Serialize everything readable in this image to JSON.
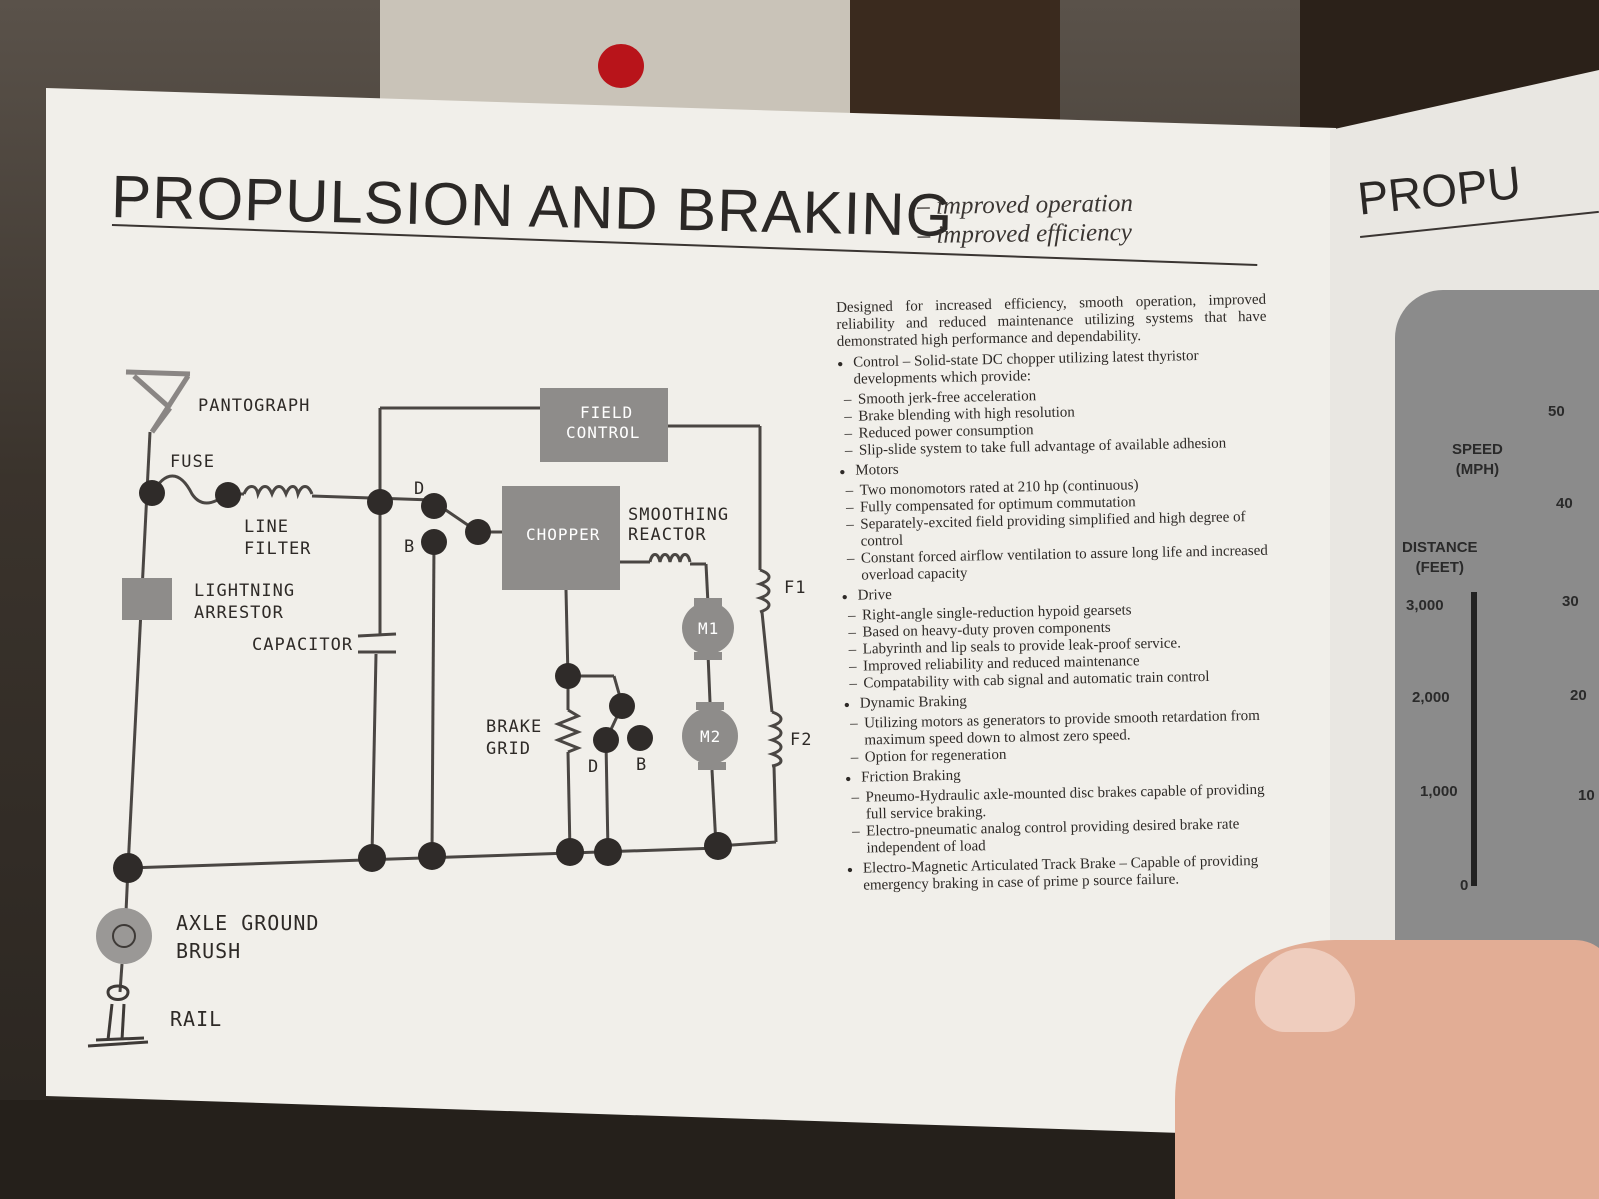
{
  "header": {
    "title": "PROPULSION AND BRAKING",
    "subtitle_1": "– improved operation",
    "subtitle_2": "– improved efficiency"
  },
  "diagram": {
    "labels": {
      "pantograph": "PANTOGRAPH",
      "fuse": "FUSE",
      "line_filter_1": "LINE",
      "line_filter_2": "FILTER",
      "lightning_1": "LIGHTNING",
      "lightning_2": "ARRESTOR",
      "capacitor": "CAPACITOR",
      "field_control_1": "FIELD",
      "field_control_2": "CONTROL",
      "chopper": "CHOPPER",
      "smoothing_1": "SMOOTHING",
      "smoothing_2": "REACTOR",
      "switch_d": "D",
      "switch_b": "B",
      "brake_grid_1": "BRAKE",
      "brake_grid_2": "GRID",
      "switch2_d": "D",
      "switch2_b": "B",
      "m1": "M1",
      "m2": "M2",
      "f1": "F1",
      "f2": "F2",
      "axle_1": "AXLE GROUND",
      "axle_2": "BRUSH",
      "rail": "RAIL"
    }
  },
  "text": {
    "intro": "Designed for increased efficiency, smooth operation, improved reliability and reduced maintenance utilizing systems that have demonstrated high performance and dependability.",
    "control": "Control – Solid-state DC chopper utilizing latest thyristor developments which provide:",
    "control_items": [
      "Smooth jerk-free acceleration",
      "Brake blending with high resolution",
      "Reduced power consumption",
      "Slip-slide system to take full advantage of available adhesion"
    ],
    "motors": "Motors",
    "motors_items": [
      "Two monomotors rated at 210 hp (continuous)",
      "Fully compensated for optimum commutation",
      "Separately-excited field providing simplified and high degree of control",
      "Constant forced airflow ventilation to assure long life and increased overload capacity"
    ],
    "drive": "Drive",
    "drive_items": [
      "Right-angle single-reduction hypoid gearsets",
      "Based on heavy-duty proven components",
      "Labyrinth and lip seals to provide leak-proof service.",
      "Improved reliability and reduced maintenance",
      "Compatability with cab signal and automatic train control"
    ],
    "dynamic": "Dynamic Braking",
    "dynamic_items": [
      "Utilizing motors as generators to provide smooth retardation from maximum speed down to almost zero speed.",
      "Option for regeneration"
    ],
    "friction": "Friction Braking",
    "friction_items": [
      "Pneumo-Hydraulic axle-mounted disc brakes capable of providing full service braking.",
      "Electro-pneumatic analog control providing desired brake rate independent of load"
    ],
    "track": "Electro-Magnetic Articulated Track Brake – Capable of providing emergency braking in case of prime p source failure."
  },
  "right_page": {
    "title": "PROPU",
    "speed_label_1": "SPEED",
    "speed_label_2": "(MPH)",
    "distance_label_1": "DISTANCE",
    "distance_label_2": "(FEET)",
    "distance_ticks": [
      "3,000",
      "2,000",
      "1,000",
      "0"
    ],
    "speed_ticks": [
      "50",
      "40",
      "30",
      "20",
      "10"
    ]
  }
}
